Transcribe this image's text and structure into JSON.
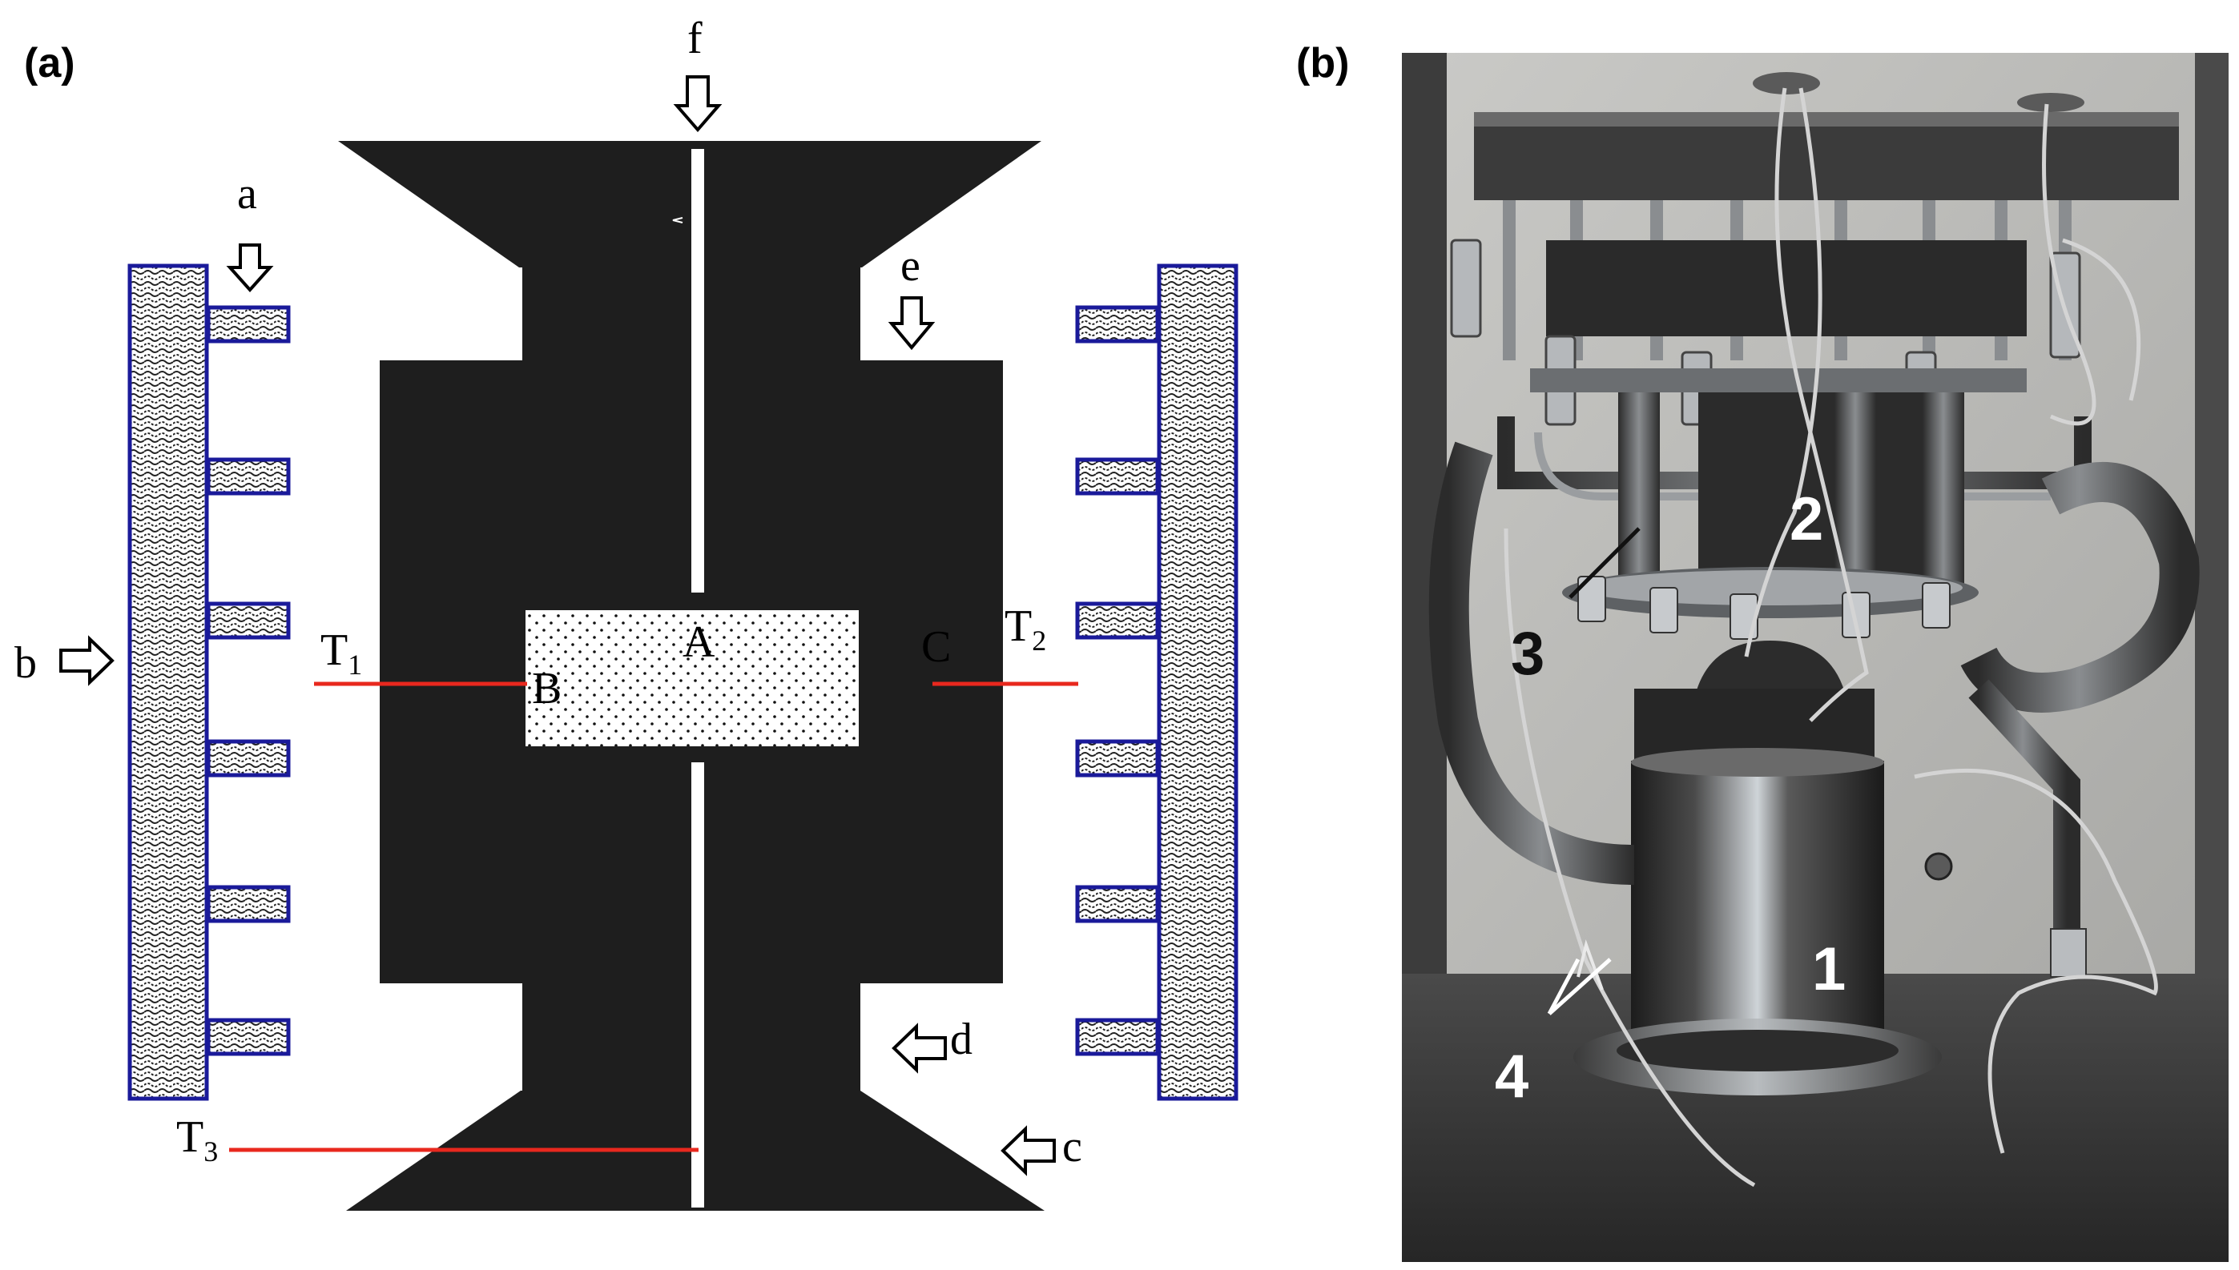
{
  "panels": {
    "a": {
      "label": "(a)"
    },
    "b": {
      "label": "(b)"
    }
  },
  "diagram": {
    "arrow_labels": {
      "a": "a",
      "b": "b",
      "c": "c",
      "d": "d",
      "e": "e",
      "f": "f"
    },
    "regions": {
      "A": "A",
      "B": "B",
      "C": "C"
    },
    "thermocouples": {
      "t1": {
        "letter": "T",
        "sub": "1"
      },
      "t2": {
        "letter": "T",
        "sub": "2"
      },
      "t3": {
        "letter": "T",
        "sub": "3"
      }
    },
    "colors": {
      "body": "#1e1e1e",
      "sample_fill": "#ffffff",
      "thermocouple": "#e8281e",
      "coil_outline": "#1a1a9a"
    }
  },
  "photo": {
    "callouts": [
      "1",
      "2",
      "3",
      "4"
    ]
  }
}
